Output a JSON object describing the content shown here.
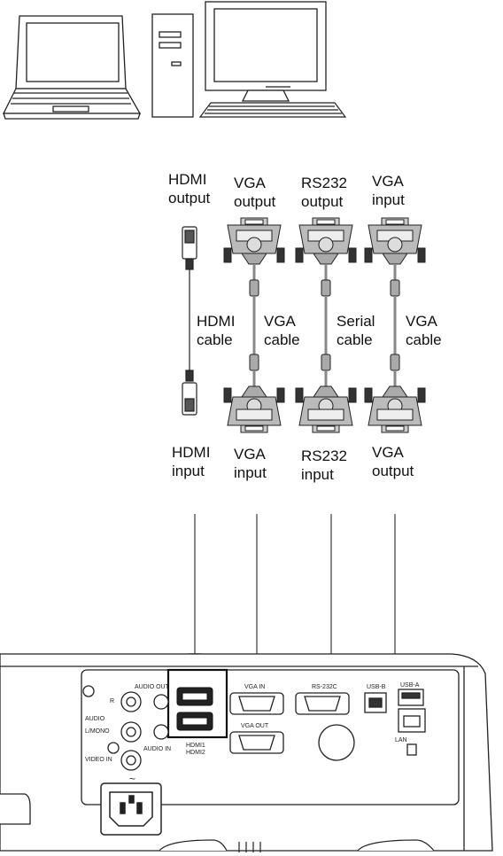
{
  "source_labels": {
    "hdmi_output": [
      "HDMI",
      "output"
    ],
    "vga_output": [
      "VGA",
      "output"
    ],
    "rs232_output": [
      "RS232",
      "output"
    ],
    "vga_input_top": [
      "VGA",
      "input"
    ]
  },
  "cable_labels": {
    "hdmi_cable": [
      "HDMI",
      "cable"
    ],
    "vga_cable_1": [
      "VGA",
      "cable"
    ],
    "serial_cable": [
      "Serial",
      "cable"
    ],
    "vga_cable_2": [
      "VGA",
      "cable"
    ]
  },
  "target_labels": {
    "hdmi_input": [
      "HDMI",
      "input"
    ],
    "vga_input": [
      "VGA",
      "input"
    ],
    "rs232_input": [
      "RS232",
      "input"
    ],
    "vga_output_bottom": [
      "VGA",
      "output"
    ]
  },
  "panel_labels": {
    "audio_out": "AUDIO OUT",
    "r": "R",
    "audio": "AUDIO",
    "l_mono": "L/MONO",
    "video_in": "VIDEO IN",
    "audio_in": "AUDIO IN",
    "hdmi1": "HDMI1",
    "hdmi2": "HDMI2",
    "vga_in": "VGA IN",
    "vga_out": "VGA OUT",
    "rs232c": "RS-232C",
    "usb_b": "USB-B",
    "usb_a": "USB-A",
    "lan": "LAN",
    "power_symbol": "~"
  }
}
